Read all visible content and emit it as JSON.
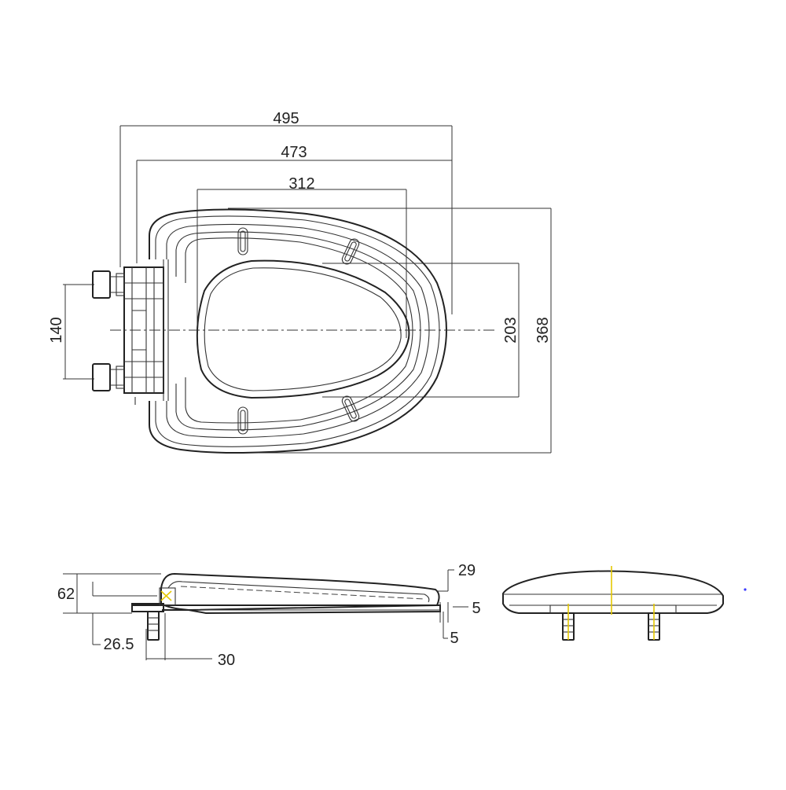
{
  "top_view": {
    "dim_overall_length": "495",
    "dim_seat_length": "473",
    "dim_opening_length": "312",
    "dim_overall_width": "368",
    "dim_opening_width": "203",
    "dim_hinge_spacing": "140"
  },
  "side_view": {
    "dim_height": "62",
    "dim_lid_tip": "29",
    "dim_gap_upper": "5",
    "dim_gap_lower": "5",
    "dim_bolt_offset": "26.5",
    "dim_hinge_depth": "30"
  },
  "colors": {
    "line": "#222222",
    "centerline_highlight": "#e5c800",
    "dot": "#3a3aff"
  }
}
